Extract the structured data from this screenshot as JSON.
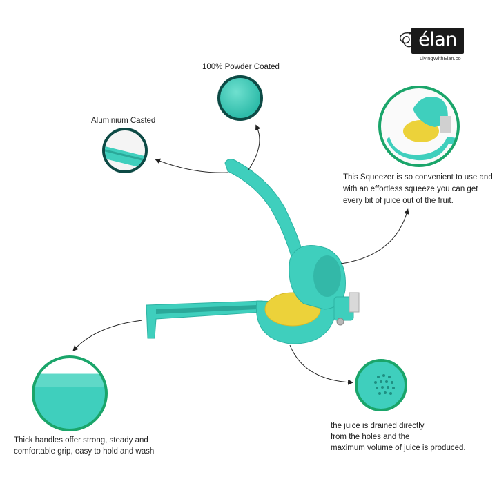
{
  "brand": {
    "logo_text": "élan",
    "website": "LivingWithElan.co"
  },
  "callouts": {
    "powder_coated": "100% Powder Coated",
    "aluminium": "Aluminium Casted",
    "convenience": [
      "This Squeezer is so convenient to use and",
      "with an effortless squeeze you can get",
      "every bit of juice out of the fruit."
    ],
    "handles": [
      "Thick handles offer strong, steady and",
      "comfortable grip, easy to hold and wash"
    ],
    "juice": [
      "the juice is drained directly",
      "from the holes and the",
      "maximum volume of juice is produced."
    ]
  },
  "colors": {
    "product_teal": "#3fcfbd",
    "circle_border": "#1aa56a",
    "dark_border": "#0d4a45",
    "fruit_yellow": "#ecd23a"
  }
}
